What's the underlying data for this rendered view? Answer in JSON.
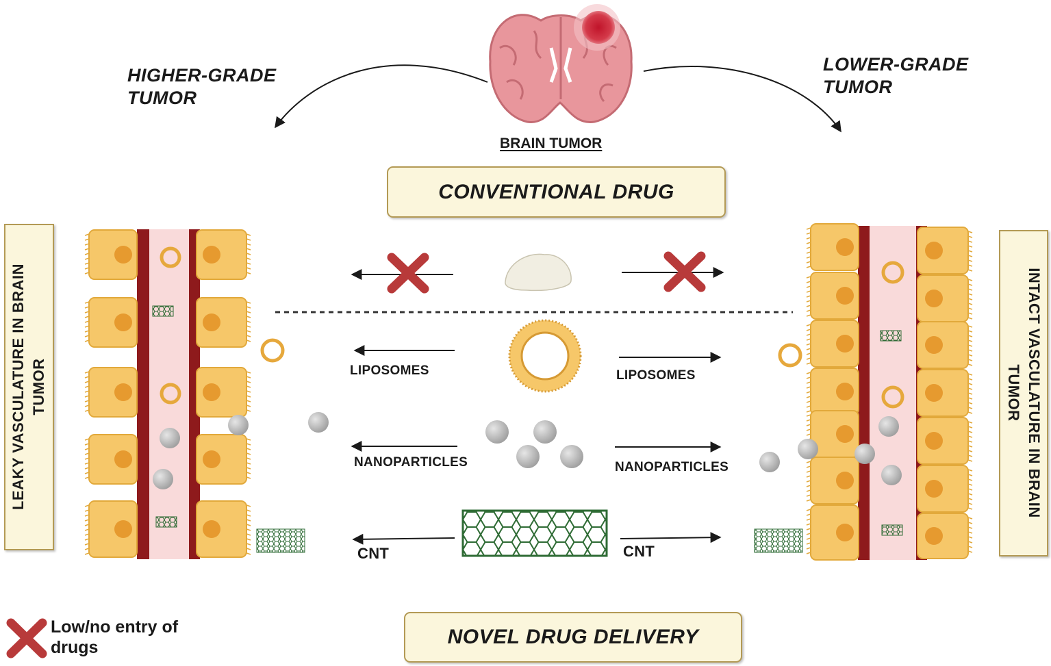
{
  "brain": {
    "caption": "BRAIN TUMOR"
  },
  "branches": {
    "left": "HIGHER-GRADE\nTUMOR",
    "right": "LOWER-GRADE\nTUMOR"
  },
  "boxes": {
    "conventional": "CONVENTIONAL DRUG",
    "novel": "NOVEL DRUG DELIVERY"
  },
  "side_panels": {
    "left": "LEAKY VASCULATURE IN BRAIN\nTUMOR",
    "right": "INTACT VASCULATURE IN BRAIN\nTUMOR"
  },
  "agents": {
    "liposomes_left": "LIPOSOMES",
    "liposomes_right": "LIPOSOMES",
    "nanoparticles_left": "NANOPARTICLES",
    "nanoparticles_right": "NANOPARTICLES",
    "cnt_left": "CNT",
    "cnt_right": "CNT"
  },
  "legend": {
    "text": "Low/no entry of\ndrugs"
  },
  "colors": {
    "cell": "#f6c769",
    "cell_border": "#e2a93b",
    "nucleus": "#e69a2f",
    "vessel_wall": "#8e1a1c",
    "lumen": "#f9dada",
    "cross": "#b83a3a",
    "particle": "#b7b7b7",
    "cnt": "#2e6b34",
    "box_fill": "#fbf6dc",
    "box_border": "#b39a55"
  }
}
